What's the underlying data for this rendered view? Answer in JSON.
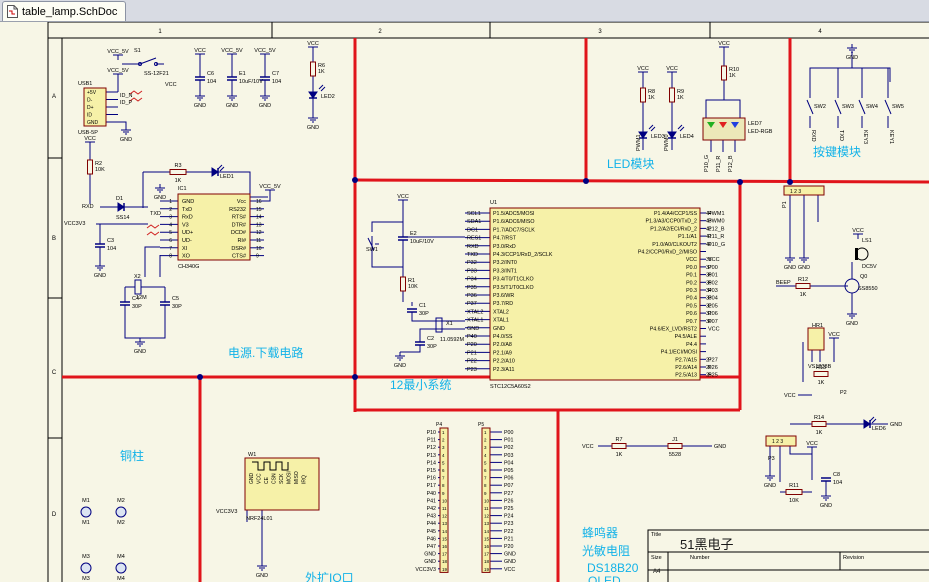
{
  "tab": {
    "title": "table_lamp.SchDoc",
    "icon": "schematic-document-icon"
  },
  "colors": {
    "paper": "#f7f6e6",
    "wire": "#000080",
    "bus": "#e0141b",
    "label": "#12b2e8",
    "border": "#000000",
    "component": "#800000"
  },
  "frame": {
    "columns": [
      "1",
      "2",
      "3",
      "4"
    ],
    "rows": [
      "A",
      "B",
      "C",
      "D"
    ],
    "title_block": {
      "title_label": "Title",
      "title_value": "51黑电子",
      "size_label": "Size",
      "size_value": "A4",
      "number_label": "Number",
      "revision_label": "Revision"
    }
  },
  "modules": {
    "power": "电源.下载电路",
    "mcu": "12最小系统",
    "led": "LED模块",
    "keys": "按键模块",
    "copper": "铜柱",
    "buzzer": "蜂鸣器",
    "ldr": "光敏电阻",
    "ds18b20": "DS18B20",
    "oled": "OLED",
    "io": "外扩IO口"
  },
  "nets": {
    "vcc": "VCC",
    "vcc5": "VCC_5V",
    "gnd": "GND",
    "vcc3": "VCC3V3"
  },
  "parts": {
    "usb": {
      "ref": "USB1",
      "type": "USB-5P",
      "pins": [
        "+5V",
        "D-",
        "D+",
        "ID",
        "GND"
      ],
      "nets": [
        "ID_N",
        "ID_P"
      ]
    },
    "s1": {
      "ref": "S1",
      "type": "SS-12F21"
    },
    "c6": {
      "ref": "C6",
      "value": "104"
    },
    "e1": {
      "ref": "E1",
      "value": "10uF/10V"
    },
    "c7": {
      "ref": "C7",
      "value": "104"
    },
    "r6": {
      "ref": "R6",
      "value": "1K"
    },
    "led2": {
      "ref": "LED2"
    },
    "r2": {
      "ref": "R2",
      "value": "10K"
    },
    "r3": {
      "ref": "R3",
      "value": "1K"
    },
    "led1": {
      "ref": "LED1"
    },
    "d1": {
      "ref": "D1",
      "value": "SS14"
    },
    "c3": {
      "ref": "C3",
      "value": "104"
    },
    "c4": {
      "ref": "C4",
      "value": "30P"
    },
    "c5": {
      "ref": "C5",
      "value": "30P"
    },
    "x2": {
      "ref": "X2",
      "value": "12M"
    },
    "ch340": {
      "ref": "IC1",
      "type": "CH340G",
      "left_pins": [
        "GND",
        "TxD",
        "RxD",
        "V3",
        "UD+",
        "UD-",
        "XI",
        "XO"
      ],
      "right_pins": [
        "Vcc",
        "RS232",
        "RTS#",
        "DTR#",
        "DCD#",
        "RI#",
        "DSR#",
        "CTS#"
      ],
      "left_nums": [
        "1",
        "2",
        "3",
        "4",
        "5",
        "6",
        "7",
        "8"
      ],
      "right_nums": [
        "16",
        "15",
        "14",
        "13",
        "12",
        "11",
        "10",
        "9"
      ],
      "nets": [
        "RXD",
        "TXD"
      ]
    },
    "mcu": {
      "ref": "U1",
      "type": "STC12C5A60S2",
      "left_pins": [
        "SCL1",
        "SDA1",
        "DC1",
        "RES1",
        "RXD",
        "TXD",
        "P32",
        "P33",
        "P34",
        "P35",
        "P36",
        "P37",
        "XTAL2",
        "XTAL1",
        "GND",
        "P40",
        "P20",
        "P21",
        "P22",
        "P23"
      ],
      "left_labels": [
        "P1.5/ADC5/MOSI",
        "P1.6/ADC6/MISO",
        "P1.7/ADC7/SCLK",
        "P4.7/RST",
        "P3.0/RxD",
        "P4.3/CCP1/RxD_2/SCLK",
        "P3.2/INT0",
        "P3.3/INT1",
        "P3.4/T0/T1CLKO",
        "P3.5/T1/T0CLKO",
        "P3.6/WR",
        "P3.7/RD",
        "XTAL2",
        "XTAL1",
        "GND",
        "P4.0/SS",
        "P2.0/A8",
        "P2.1/A9",
        "P2.2/A10",
        "P2.3/A11"
      ],
      "right_pins": [
        "PWM1",
        "PWM0",
        "P12_B",
        "P11_R",
        "P10_G",
        "",
        "VCC",
        "P00",
        "P01",
        "P02",
        "P03",
        "P04",
        "P05",
        "P06",
        "P07",
        "VCC",
        "",
        "",
        "",
        "P27",
        "P26",
        "P25"
      ],
      "right_labels": [
        "P1.4/A4/CCP1/SS",
        "P1.3/A3/CCP0/TxD_2",
        "P1.2/A2/ECI/RxD_2",
        "P1.1/A1",
        "P1.0/A0/CLKOUT2",
        "P4.2/CCP0/RxD_2/MISO",
        "VCC",
        "P0.0",
        "P0.1",
        "P0.2",
        "P0.3",
        "P0.4",
        "P0.5",
        "P0.6",
        "P0.7",
        "P4.6/EX_LVD/RST2",
        "P4.5/ALE",
        "P4.4",
        "P4.1/ECI/MOSI",
        "P2.7/A15",
        "P2.6/A14",
        "P2.5/A13"
      ],
      "right_nums": [
        "44",
        "43",
        "42",
        "41",
        "40",
        "",
        "38",
        "37",
        "36",
        "35",
        "34",
        "33",
        "32",
        "31",
        "30",
        "",
        "",
        "",
        "",
        "27",
        "26",
        "25"
      ]
    },
    "sw1": {
      "ref": "SW1"
    },
    "e2": {
      "ref": "E2",
      "value": "10uF/10V"
    },
    "r1": {
      "ref": "R1",
      "value": "10K"
    },
    "c1": {
      "ref": "C1",
      "value": "30P"
    },
    "c2": {
      "ref": "C2",
      "value": "30P"
    },
    "x1": {
      "ref": "X1",
      "value": "11.0592M"
    },
    "r8": {
      "ref": "R8",
      "value": "1K"
    },
    "r9": {
      "ref": "R9",
      "value": "1K"
    },
    "led3": {
      "ref": "LED3"
    },
    "led4": {
      "ref": "LED4"
    },
    "r10": {
      "ref": "R10",
      "value": "1K"
    },
    "led7": {
      "ref": "LED7",
      "type": "LED-RGB"
    },
    "led_nets": [
      "PWM1",
      "PWM0",
      "P10_G",
      "P11_R",
      "P12_B"
    ],
    "keys": {
      "refs": [
        "SW2",
        "SW3",
        "SW4",
        "SW5"
      ],
      "nets": [
        "RXD",
        "TXD",
        "KEY3",
        "KEY1"
      ]
    },
    "p1": {
      "ref": "P1"
    },
    "p2": {
      "ref": "P2"
    },
    "buzzer": {
      "ref": "LS1",
      "type": "DC5V"
    },
    "q1": {
      "ref": "Q0",
      "type": "SS8550"
    },
    "r12": {
      "ref": "R12",
      "value": "1K"
    },
    "beep": "BEEP",
    "hr1": {
      "ref": "HR1",
      "type": "VS1838B"
    },
    "r13": {
      "ref": "R13",
      "value": "1K"
    },
    "r14": {
      "ref": "R14",
      "value": "1K"
    },
    "led6": {
      "ref": "LED6"
    },
    "p3": {
      "ref": "P3"
    },
    "r11": {
      "ref": "R11",
      "value": "10K"
    },
    "c8": {
      "ref": "C8",
      "value": "104"
    },
    "r7": {
      "ref": "R7",
      "value": "1K"
    },
    "j1": {
      "ref": "J1",
      "value": "5528"
    },
    "w1": {
      "ref": "W1",
      "type": "NRF24L01",
      "pins": [
        "GND",
        "VCC",
        "CE",
        "CSN",
        "SCK",
        "MOSI",
        "MISO",
        "IRQ"
      ]
    },
    "mounts": [
      "M1",
      "M2",
      "M3",
      "M4"
    ],
    "hdr1": {
      "ref": "P4",
      "pins": [
        "P10",
        "P11",
        "P12",
        "P13",
        "P14",
        "P15",
        "P16",
        "P17",
        "P40",
        "P41",
        "P42",
        "P43",
        "P44",
        "P45",
        "P46",
        "P47",
        "GND",
        "GND",
        "VCC3V3"
      ]
    },
    "hdr2": {
      "ref": "P5",
      "pins": [
        "P00",
        "P01",
        "P02",
        "P03",
        "P04",
        "P05",
        "P06",
        "P07",
        "P27",
        "P26",
        "P25",
        "P24",
        "P23",
        "P22",
        "P21",
        "P20",
        "GND",
        "GND",
        "VCC"
      ]
    }
  }
}
